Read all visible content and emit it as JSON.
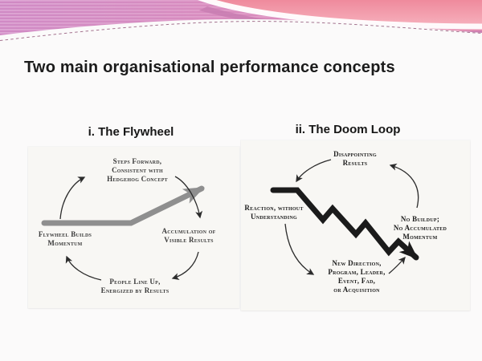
{
  "slide": {
    "title": "Two main organisational performance concepts"
  },
  "flywheel": {
    "heading": "i. The Flywheel",
    "top": [
      "Steps Forward,",
      "Consistent with",
      "Hedgehog Concept"
    ],
    "right": [
      "Accumulation of",
      "Visible Results"
    ],
    "bottom": [
      "People Line Up,",
      "Energized by Results"
    ],
    "left": [
      "Flywheel Builds",
      "Momentum"
    ]
  },
  "doom_loop": {
    "heading": "ii. The Doom Loop",
    "top": [
      "Disappointing",
      "Results"
    ],
    "right": [
      "No Buildup;",
      "No Accumulated",
      "Momentum"
    ],
    "bottom": [
      "New Direction,",
      "Program, Leader,",
      "Event, Fad,",
      "or Acquisition"
    ],
    "left": [
      "Reaction, without",
      "Understanding"
    ]
  },
  "icons": {
    "header_wave": "decorative-wave-banner",
    "flywheel_arrow": "ascending-momentum-arrow",
    "doom_arrow": "descending-zigzag-arrow",
    "cycle_arrows": "curved-cycle-arrow"
  },
  "colors": {
    "header_purple": "#d48fc9",
    "header_mid": "#dd90c0",
    "header_pink_edge": "#e892b2",
    "salmon_top": "#ef8a9c",
    "salmon_light": "#f6afbc",
    "band_mauve": "#c87cb2",
    "dash_line": "#87456b",
    "flywheel_arrow": "#8f8f8f",
    "doom_arrow": "#1b1b1b",
    "curve_ink": "#2c2c2c",
    "title_text": "#1b1b1b",
    "page_bg": "#fbfafa"
  }
}
